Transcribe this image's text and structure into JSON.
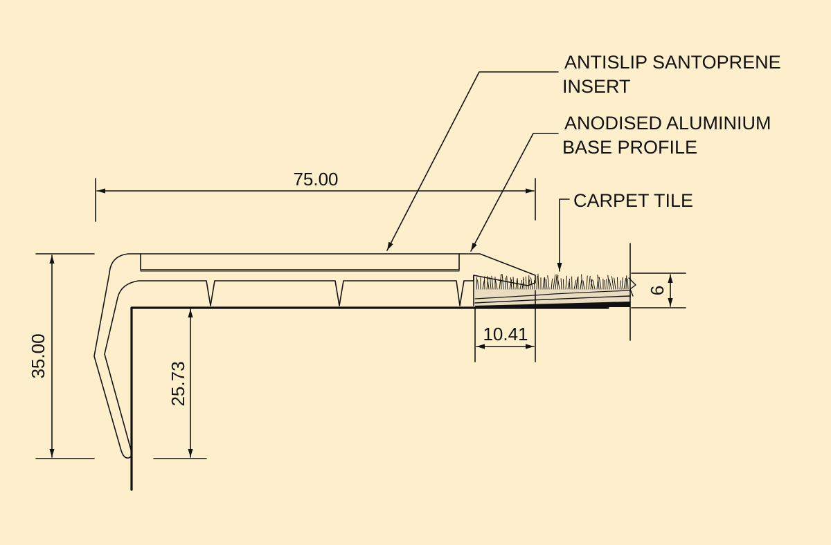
{
  "colors": {
    "background": "#fdefcc",
    "line": "#111111",
    "carpet_backing": "#e9dcc0"
  },
  "labels": {
    "insert": [
      "ANTISLIP SANTOPRENE",
      "INSERT"
    ],
    "base_profile": [
      "ANODISED ALUMINIUM",
      "BASE PROFILE"
    ],
    "carpet": "CARPET TILE"
  },
  "dimensions": {
    "overall_width": "75.00",
    "overall_height": "35.00",
    "nose_height": "25.73",
    "carpet_overlap": "10.41",
    "carpet_thickness": "6"
  }
}
